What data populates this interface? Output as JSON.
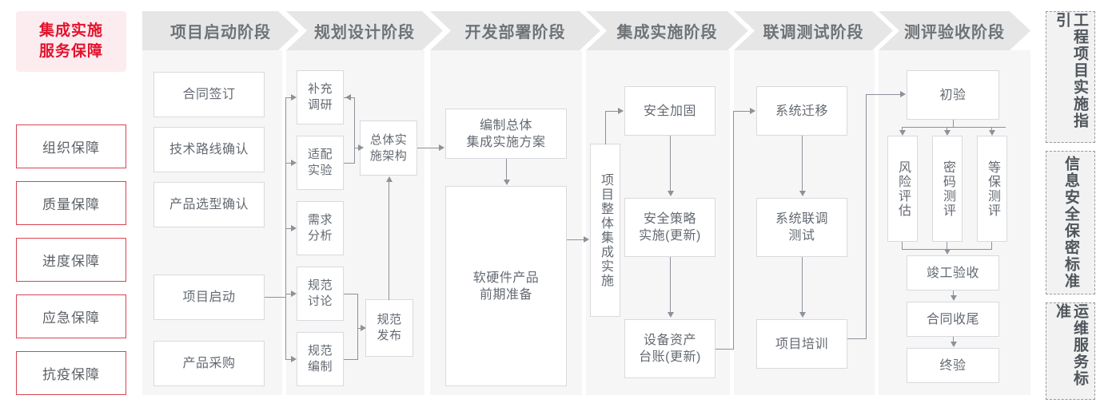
{
  "left_rail": {
    "title": "集成实施\n服务保障",
    "title_line1": "集成实施",
    "title_line2": "服务保障",
    "accent_color": "#e3122d",
    "title_bg": "#fcecef",
    "border_color": "#d94452",
    "items": [
      {
        "label": "组织保障"
      },
      {
        "label": "质量保障"
      },
      {
        "label": "进度保障"
      },
      {
        "label": "应急保障"
      },
      {
        "label": "抗疫保障"
      }
    ]
  },
  "phases": [
    {
      "id": "p1",
      "header": "项目启动阶段",
      "nodes": [
        {
          "id": "n_contract",
          "label": "合同签订"
        },
        {
          "id": "n_techroute",
          "label": "技术路线确认"
        },
        {
          "id": "n_product",
          "label": "产品选型确认"
        },
        {
          "id": "n_kickoff",
          "label": "项目启动"
        },
        {
          "id": "n_purchase",
          "label": "产品采购"
        }
      ]
    },
    {
      "id": "p2",
      "header": "规划设计阶段",
      "nodes": [
        {
          "id": "n_survey",
          "label": "补充\n调研",
          "l1": "补充",
          "l2": "调研"
        },
        {
          "id": "n_adapt",
          "label": "适配\n实验",
          "l1": "适配",
          "l2": "实验"
        },
        {
          "id": "n_demand",
          "label": "需求\n分析",
          "l1": "需求",
          "l2": "分析"
        },
        {
          "id": "n_specdisc",
          "label": "规范\n讨论",
          "l1": "规范",
          "l2": "讨论"
        },
        {
          "id": "n_specwrite",
          "label": "规范\n编制",
          "l1": "规范",
          "l2": "编制"
        },
        {
          "id": "n_arch",
          "label": "总体实\n施架构",
          "l1": "总体实",
          "l2": "施架构"
        },
        {
          "id": "n_specpub",
          "label": "规范\n发布",
          "l1": "规范",
          "l2": "发布"
        }
      ]
    },
    {
      "id": "p3",
      "header": "开发部署阶段",
      "nodes": [
        {
          "id": "n_plan",
          "label": "编制总体\n集成实施方案",
          "l1": "编制总体",
          "l2": "集成实施方案"
        },
        {
          "id": "n_prep",
          "label": "软硬件产品\n前期准备",
          "l1": "软硬件产品",
          "l2": "前期准备"
        }
      ]
    },
    {
      "id": "p4",
      "header": "集成实施阶段",
      "nodes": [
        {
          "id": "n_overall",
          "label": "项目整体集成实施"
        },
        {
          "id": "n_harden",
          "label": "安全加固"
        },
        {
          "id": "n_policy",
          "label": "安全策略\n实施(更新)",
          "l1": "安全策略",
          "l2": "实施(更新)"
        },
        {
          "id": "n_asset",
          "label": "设备资产\n台账(更新)",
          "l1": "设备资产",
          "l2": "台账(更新)"
        }
      ]
    },
    {
      "id": "p5",
      "header": "联调测试阶段",
      "nodes": [
        {
          "id": "n_migrate",
          "label": "系统迁移"
        },
        {
          "id": "n_jointest",
          "label": "系统联调\n测试",
          "l1": "系统联调",
          "l2": "测试"
        },
        {
          "id": "n_train",
          "label": "项目培训"
        }
      ]
    },
    {
      "id": "p6",
      "header": "测评验收阶段",
      "nodes": [
        {
          "id": "n_firstacc",
          "label": "初验"
        },
        {
          "id": "n_risk",
          "label": "风险评估"
        },
        {
          "id": "n_crypto",
          "label": "密码测评"
        },
        {
          "id": "n_grade",
          "label": "等保测评"
        },
        {
          "id": "n_complete",
          "label": "竣工验收"
        },
        {
          "id": "n_closeout",
          "label": "合同收尾"
        },
        {
          "id": "n_finalacc",
          "label": "终验"
        }
      ]
    }
  ],
  "right_rail": {
    "items": [
      {
        "id": "s1",
        "label": "工程项目实施指引"
      },
      {
        "id": "s2",
        "label": "信息安全保密标准"
      },
      {
        "id": "s3",
        "label": "运维服务标准"
      }
    ]
  }
}
